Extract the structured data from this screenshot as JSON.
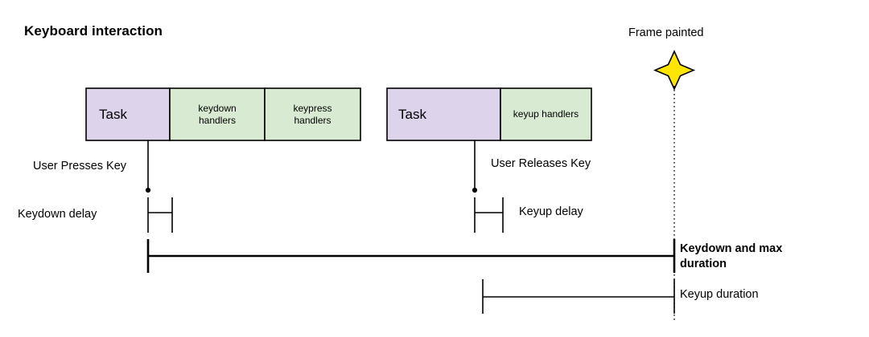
{
  "diagram": {
    "title": "Keyboard interaction",
    "colors": {
      "task_fill": "#ddd3ea",
      "handler_fill": "#d9ead3",
      "stroke": "#000000",
      "star_fill": "#ffe600",
      "background": "#ffffff"
    },
    "task_rows": [
      {
        "name": "keydown-task-row",
        "segments": [
          {
            "name": "task-segment",
            "label": "Task",
            "kind": "task"
          },
          {
            "name": "keydown-handlers-segment",
            "label": "keydown\nhandlers",
            "kind": "handler"
          },
          {
            "name": "keypress-handlers-segment",
            "label": "keypress\nhandlers",
            "kind": "handler"
          }
        ]
      },
      {
        "name": "keyup-task-row",
        "segments": [
          {
            "name": "task-segment",
            "label": "Task",
            "kind": "task"
          },
          {
            "name": "keyup-handlers-segment",
            "label": "keyup handlers",
            "kind": "handler"
          }
        ]
      }
    ],
    "events": [
      {
        "name": "user-presses-key-event",
        "label": "User Presses Key"
      },
      {
        "name": "user-releases-key-event",
        "label": "User Releases Key"
      }
    ],
    "frame_marker": {
      "label": "Frame painted",
      "icon": "four-point-star-icon"
    },
    "measures": [
      {
        "name": "keydown-delay-measure",
        "label": "Keydown delay",
        "emphasis": "normal"
      },
      {
        "name": "keyup-delay-measure",
        "label": "Keyup delay",
        "emphasis": "normal"
      },
      {
        "name": "keydown-max-duration-measure",
        "label": "Keydown and max\nduration",
        "emphasis": "bold"
      },
      {
        "name": "keyup-duration-measure",
        "label": "Keyup duration",
        "emphasis": "normal"
      }
    ]
  }
}
